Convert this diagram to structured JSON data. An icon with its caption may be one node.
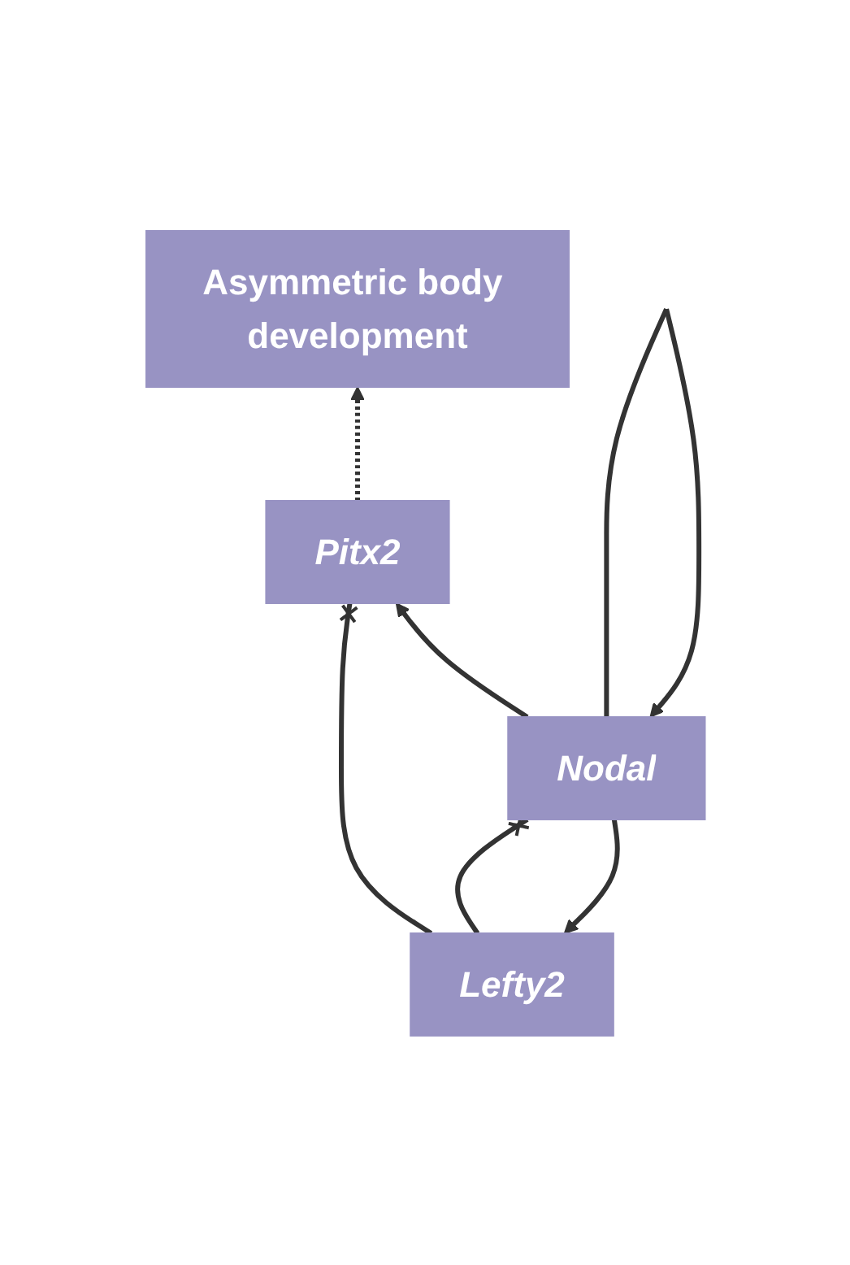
{
  "diagram": {
    "nodes": [
      {
        "text": [
          "Asymmetric body development"
        ]
      },
      {
        "text": [
          "Pitx2"
        ]
      },
      {
        "text": [
          "Lefty2"
        ]
      },
      {
        "text": [
          "Nodal"
        ]
      }
    ],
    "edges": [
      {
        "from": 1,
        "to": 0,
        "arrow": "to",
        "style": "dashed"
      },
      {
        "from": 3,
        "to": 1,
        "arrow": "to"
      },
      {
        "from": 2,
        "to": 1,
        "arrow": "other"
      },
      {
        "from": 3,
        "to": 2,
        "arrow": "to"
      },
      {
        "from": 2,
        "to": 3,
        "arrow": "other"
      },
      {
        "from": 3,
        "to": 3,
        "arrow": "to"
      }
    ]
  }
}
